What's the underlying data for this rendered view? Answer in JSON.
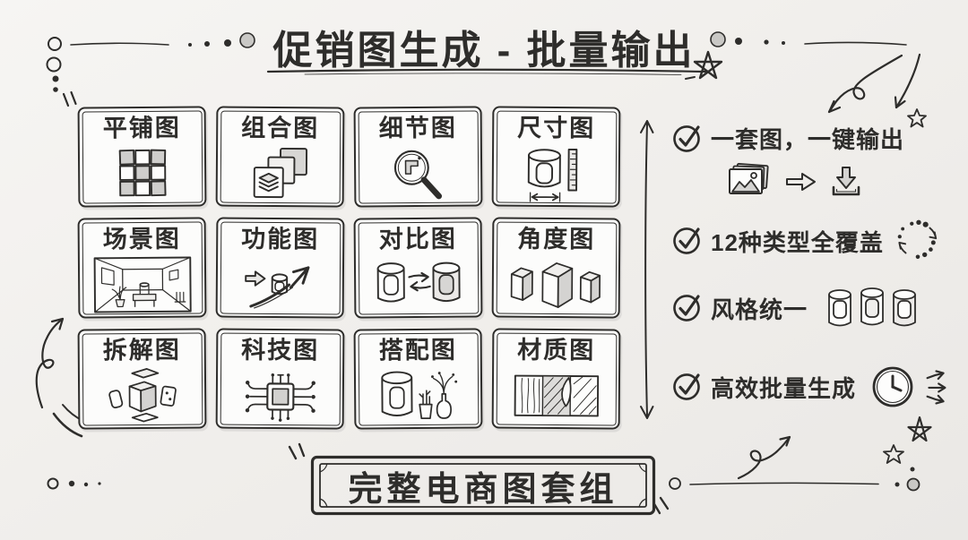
{
  "title": {
    "text": "促销图生成 - 批量输出"
  },
  "grid": {
    "cards": [
      {
        "label": "平铺图",
        "icon": "tile-grid-icon"
      },
      {
        "label": "组合图",
        "icon": "stacked-layers-icon"
      },
      {
        "label": "细节图",
        "icon": "magnifier-detail-icon"
      },
      {
        "label": "尺寸图",
        "icon": "size-measure-icon"
      },
      {
        "label": "场景图",
        "icon": "room-scene-icon"
      },
      {
        "label": "功能图",
        "icon": "function-arrow-icon"
      },
      {
        "label": "对比图",
        "icon": "compare-cylinders-icon"
      },
      {
        "label": "角度图",
        "icon": "angle-boxes-icon"
      },
      {
        "label": "拆解图",
        "icon": "exploded-view-icon"
      },
      {
        "label": "科技图",
        "icon": "tech-chip-icon"
      },
      {
        "label": "搭配图",
        "icon": "styling-set-icon"
      },
      {
        "label": "材质图",
        "icon": "material-swatch-icon"
      }
    ]
  },
  "features": [
    {
      "text": "一套图，一键输出",
      "icons": [
        "photo-stack-icon",
        "block-arrow-right-icon",
        "download-icon"
      ]
    },
    {
      "text": "12种类型全覆盖",
      "icons": [
        "dotted-cycle-icon"
      ]
    },
    {
      "text": "风格统一",
      "icons": [
        "three-cylinders-icon"
      ]
    },
    {
      "text": "高效批量生成",
      "icons": [
        "clock-icon",
        "speed-arrows-icon"
      ]
    }
  ],
  "footer": {
    "badge_text": "完整电商图套组"
  },
  "decorations": [
    "dots-left-column",
    "dots-title-left",
    "dots-title-right",
    "title-underline",
    "star-doodle-top-right",
    "curved-arrows-top-right",
    "star-outline-right",
    "vertical-range-arrow",
    "tick-marks-top-left",
    "loop-arrow-bottom-left",
    "dots-bottom-left",
    "sparkle-marks-banner",
    "dots-line-bottom-right",
    "loop-arrow-bottom-right",
    "stars-bottom-right"
  ],
  "colors": {
    "background": "#f1efec",
    "ink": "#2e2d2b",
    "shade": "#d6d5d3",
    "card_background": "#fcfcfb"
  }
}
